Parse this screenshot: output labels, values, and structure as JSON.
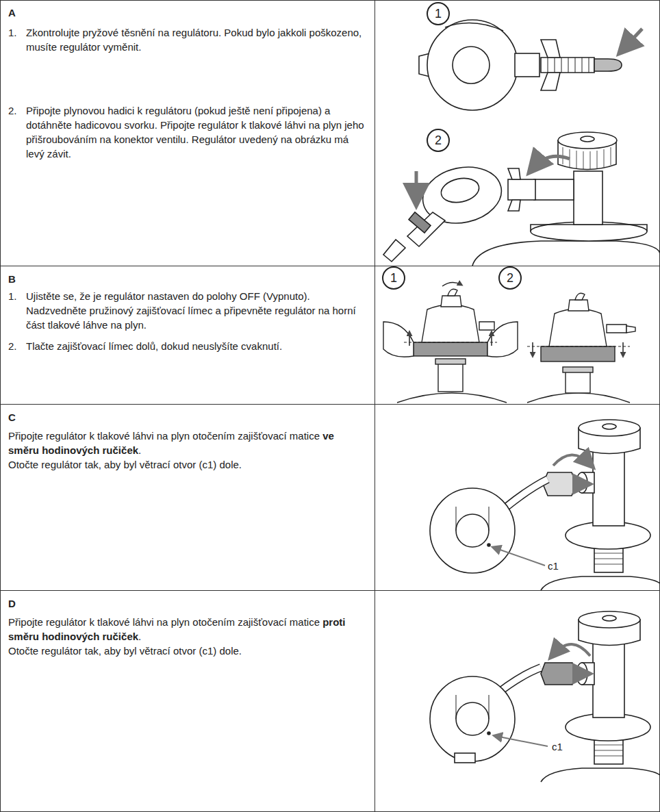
{
  "diagram": {
    "nodes": [
      {
        "text": [
          "A",
          "1.",
          "Zkontrolujte pryžové těsnění na regulátoru. Pokud bylo jakkoli poškozeno, musíte regulátor vyměnit.",
          "2.",
          "Připojte plynovou hadici k regulátoru (pokud ještě není připojena) a dotáhněte hadicovou svorku. Připojte regulátor k tlakové láhvi na plyn jeho přišroubováním na konektor ventilu. Regulátor uvedený na obrázku má levý závit."
        ]
      },
      {
        "text": [
          "1"
        ]
      },
      {
        "text": [
          "2"
        ]
      },
      {
        "text": [
          "B",
          "1.",
          "Ujistěte se, že je regulátor nastaven do polohy OFF (Vypnuto). Nadzvedněte pružinový zajišťovací límec a připevněte regulátor na horní část tlakové láhve na plyn.",
          "2.",
          "Tlačte zajišťovací límec dolů, dokud neuslyšíte cvaknutí."
        ]
      },
      {
        "text": [
          "1"
        ]
      },
      {
        "text": [
          "2"
        ]
      },
      {
        "text": [
          "C",
          "Připojte regulátor k tlakové láhvi na plyn otočením zajišťovací matice",
          "ve směru hodinových ručiček",
          ".",
          "Otočte regulátor tak, aby byl větrací otvor (c1) dole."
        ]
      },
      {
        "text": [
          "D",
          "Připojte regulátor k tlakové láhvi na plyn otočením zajišťovací matice",
          "proti směru hodinových ručiček",
          ".",
          "Otočte regulátor tak, aby byl větrací otvor (c1) dole."
        ]
      }
    ],
    "labels": [
      "c1",
      "c1"
    ]
  }
}
